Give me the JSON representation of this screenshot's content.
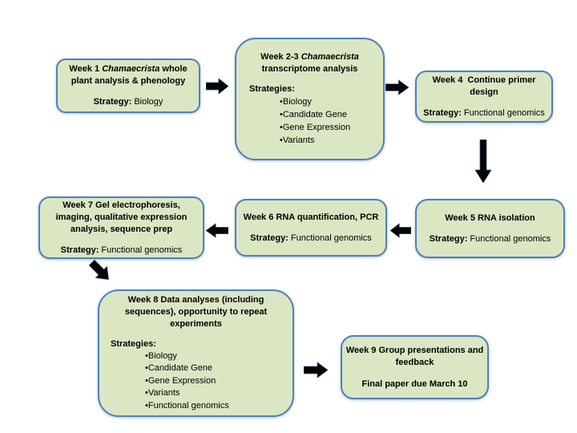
{
  "colors": {
    "page_bg": "#ffffff",
    "box_fill": "#dbe6c3",
    "box_border": "#4f81bd",
    "arrow_fill": "#050505"
  },
  "boxes": {
    "week1": {
      "heading_prefix": "Week 1 ",
      "heading_italic": "Chamaecrista",
      "heading_suffix": " whole",
      "heading_line2": "plant analysis & phenology",
      "strategy_label": "Strategy:",
      "strategy_value": "Biology"
    },
    "week23": {
      "heading_prefix": "Week 2-3 ",
      "heading_italic": "Chamaecrista",
      "heading_line2": "transcriptome analysis",
      "strategies_label": "Strategies:",
      "bullets": [
        "•Biology",
        "•Candidate Gene",
        "•Gene Expression",
        "•Variants"
      ]
    },
    "week4": {
      "heading_line1": "Week 4  Continue primer",
      "heading_line2": "design",
      "strategy_label": "Strategy:",
      "strategy_value": "Functional genomics"
    },
    "week5": {
      "heading_line1": "Week 5 RNA isolation",
      "strategy_label": "Strategy:",
      "strategy_value": "Functional genomics"
    },
    "week6": {
      "heading_line1": "Week 6 RNA quantification, PCR",
      "strategy_label": "Strategy:",
      "strategy_value": "Functional genomics"
    },
    "week7": {
      "heading_line1": "Week 7 Gel electrophoresis,",
      "heading_line2": "imaging, qualitative expression",
      "heading_line3": "analysis, sequence prep",
      "strategy_label": "Strategy:",
      "strategy_value": "Functional genomics"
    },
    "week8": {
      "heading_line1": "Week 8 Data analyses (including",
      "heading_line2": "sequences), opportunity to repeat",
      "heading_line3": "experiments",
      "strategies_label": "Strategies:",
      "bullets": [
        "•Biology",
        "•Candidate Gene",
        "•Gene Expression",
        "•Variants",
        "•Functional genomics"
      ]
    },
    "week9": {
      "heading_line1": "Week 9 Group presentations and",
      "heading_line2": "feedback",
      "final_line": "Final paper due March 10"
    }
  },
  "arrows": [
    {
      "from": "week1",
      "to": "week23",
      "direction": "right"
    },
    {
      "from": "week23",
      "to": "week4",
      "direction": "right"
    },
    {
      "from": "week4",
      "to": "week5",
      "direction": "down"
    },
    {
      "from": "week5",
      "to": "week6",
      "direction": "left"
    },
    {
      "from": "week6",
      "to": "week7",
      "direction": "left"
    },
    {
      "from": "week7",
      "to": "week8",
      "direction": "down-right"
    },
    {
      "from": "week8",
      "to": "week9",
      "direction": "right"
    }
  ]
}
